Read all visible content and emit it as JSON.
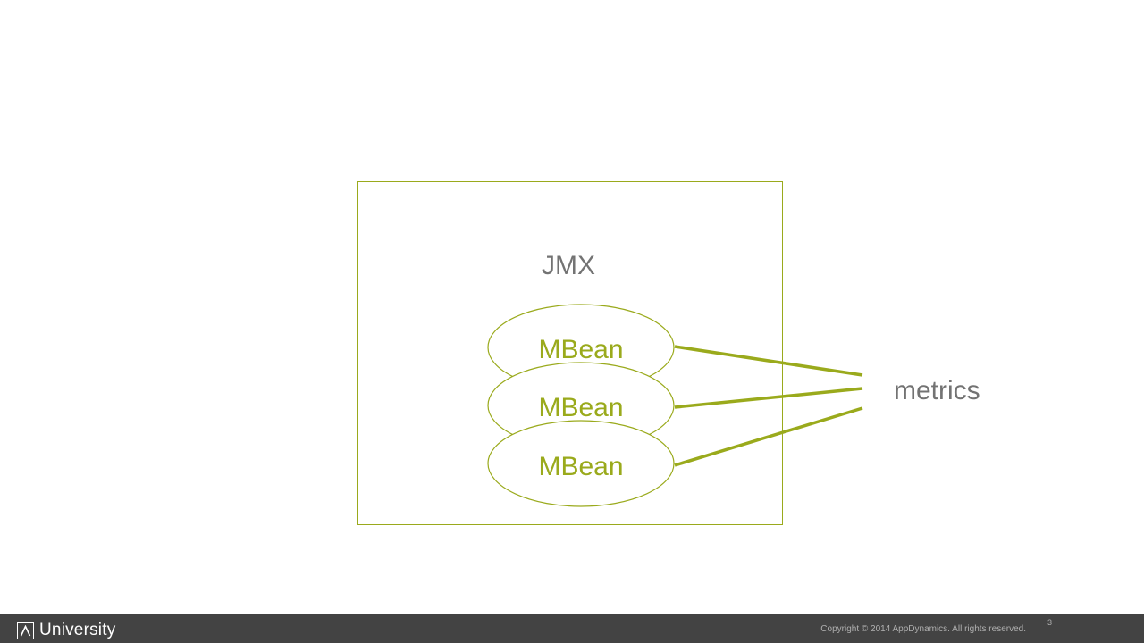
{
  "diagram": {
    "container_label": "JMX",
    "beans": [
      {
        "label": "MBean"
      },
      {
        "label": "MBean"
      },
      {
        "label": "MBean"
      }
    ],
    "target_label": "metrics"
  },
  "footer": {
    "logo_text": "University",
    "copyright": "Copyright © 2014 AppDynamics. All rights reserved.",
    "page_number": "3"
  },
  "colors": {
    "accent": "#9aaa1c",
    "label_gray": "#737373",
    "footer_bg": "#434343"
  },
  "icons": {
    "logo": "appdynamics-logo-icon"
  }
}
